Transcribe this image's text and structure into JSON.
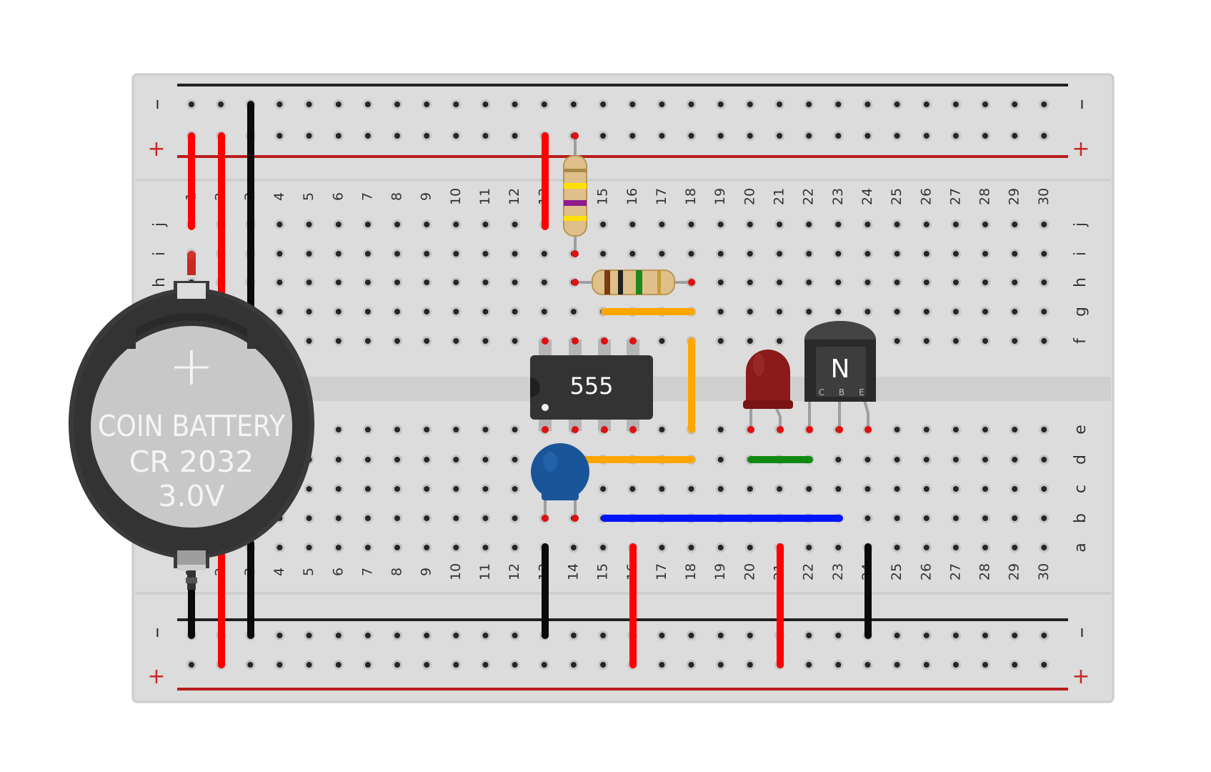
{
  "breadboard": {
    "columns": [
      "1",
      "2",
      "3",
      "4",
      "5",
      "6",
      "7",
      "8",
      "9",
      "10",
      "11",
      "12",
      "13",
      "14",
      "15",
      "16",
      "17",
      "18",
      "19",
      "20",
      "21",
      "22",
      "23",
      "24",
      "25",
      "26",
      "27",
      "28",
      "29",
      "30"
    ],
    "rows_top": [
      "j",
      "i",
      "h",
      "g",
      "f"
    ],
    "rows_bottom": [
      "e",
      "d",
      "c",
      "b",
      "a"
    ],
    "rail_neg_label": "–",
    "rail_pos_label": "+"
  },
  "battery": {
    "plus_symbol": "+",
    "line1": "COIN BATTERY",
    "line2": "CR 2032",
    "line3": "3.0V"
  },
  "ic": {
    "label": "555"
  },
  "transistor": {
    "type_letter": "N",
    "pin_c": "C",
    "pin_b": "B",
    "pin_e": "E"
  },
  "colors": {
    "board": "#dcdcdc",
    "board_border": "#c9c9c9",
    "red_wire": "#ff0000",
    "black_wire": "#0a0a0a",
    "orange_wire": "#ffa600",
    "green_wire": "#118a11",
    "blue_wire": "#0015ff",
    "rail_red": "#b71c1c",
    "rail_black": "#222222",
    "led": "#8b1a1a",
    "capacitor": "#1a5599"
  }
}
